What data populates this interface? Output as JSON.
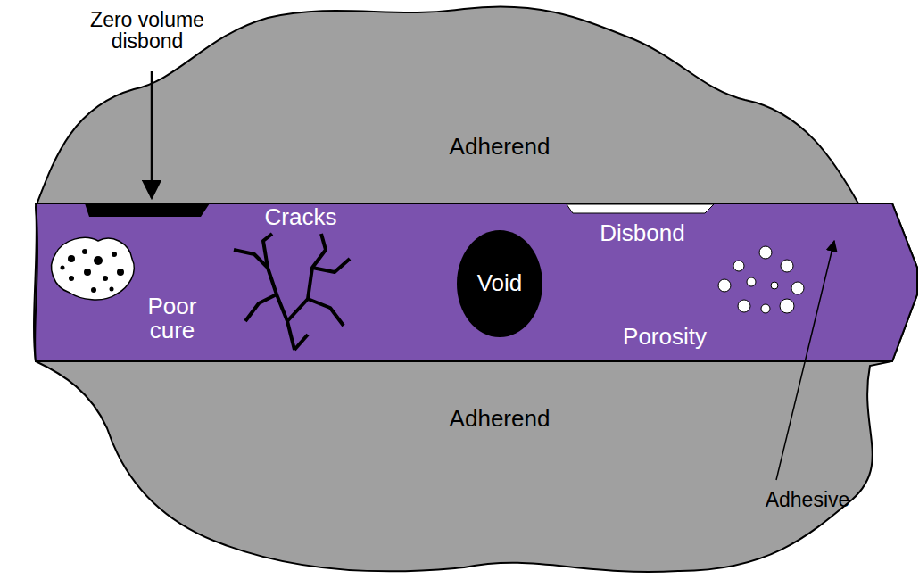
{
  "diagram": {
    "nodes": [
      {
        "text": [
          "Adherend"
        ]
      },
      {
        "text": [
          "Cracks",
          "Disbond",
          "Poor cure",
          "Porosity"
        ]
      },
      {
        "text": [
          "Void"
        ],
        "in": 1
      },
      {
        "text": [
          "Adherend"
        ]
      }
    ],
    "labels": [
      "Zero volume disbond",
      "Adhesive"
    ]
  }
}
